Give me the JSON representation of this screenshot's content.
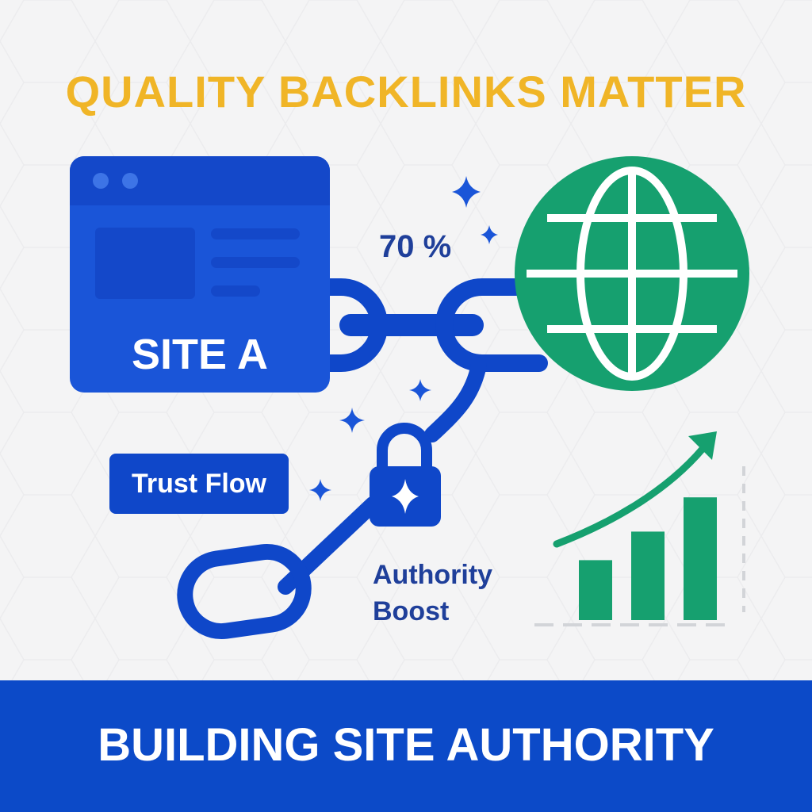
{
  "header": {
    "title": "QUALITY BACKLINKS MATTER"
  },
  "site_card": {
    "label": "SITE A"
  },
  "link_metric": {
    "value": "70 %"
  },
  "badges": {
    "trust_flow": "Trust Flow",
    "authority_line1": "Authority",
    "authority_line2": "Boost"
  },
  "icons": [
    "browser-window-icon",
    "chain-link-icon",
    "globe-icon",
    "padlock-icon",
    "sparkle-icon",
    "growth-chart-icon",
    "trend-arrow-icon"
  ],
  "growth_chart": {
    "bar_levels": [
      0.42,
      0.62,
      0.86
    ]
  },
  "colors": {
    "title_gold": "#f0b527",
    "brand_blue": "#0f47c9",
    "dark_blue_text": "#1f3f9a",
    "globe_green": "#16a06f",
    "footer_blue": "#0c4ac8",
    "background": "#f4f4f5"
  },
  "footer": {
    "text": "BUILDING SITE AUTHORITY"
  }
}
